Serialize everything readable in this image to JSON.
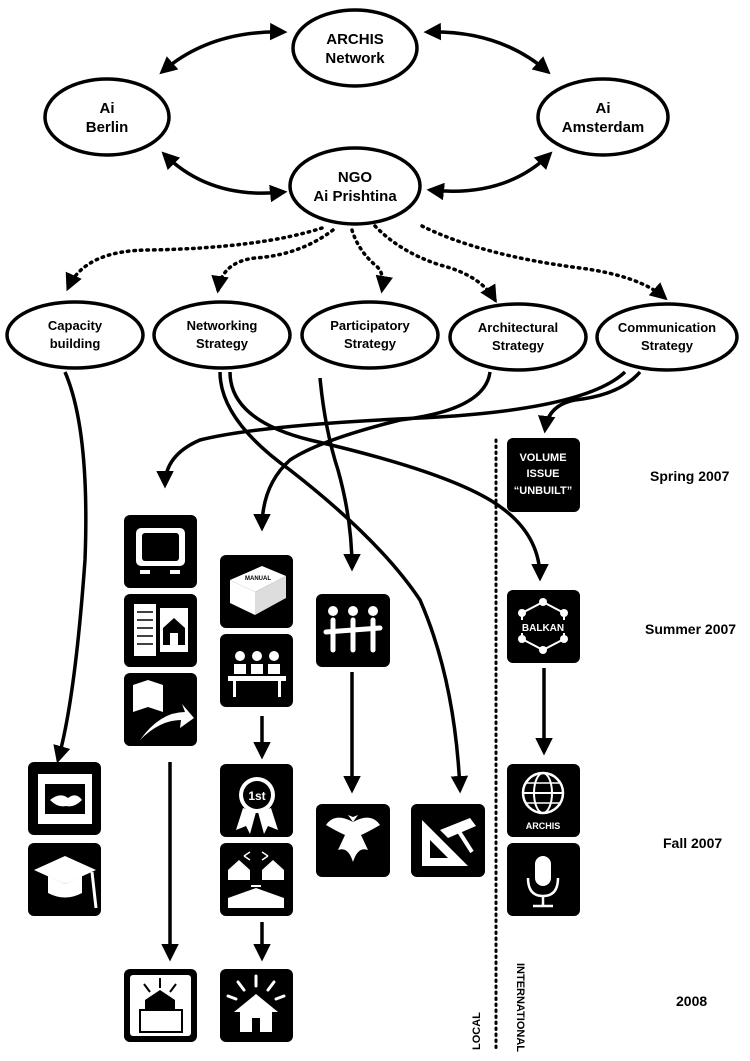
{
  "nodes": {
    "archis": {
      "line1": "ARCHIS",
      "line2": "Network"
    },
    "berlin": {
      "line1": "Ai",
      "line2": "Berlin"
    },
    "amsterdam": {
      "line1": "Ai",
      "line2": "Amsterdam"
    },
    "prishtina": {
      "line1": "NGO",
      "line2": "Ai Prishtina"
    }
  },
  "strategies": [
    {
      "line1": "Capacity",
      "line2": "building"
    },
    {
      "line1": "Networking",
      "line2": "Strategy"
    },
    {
      "line1": "Participatory",
      "line2": "Strategy"
    },
    {
      "line1": "Architectural",
      "line2": "Strategy"
    },
    {
      "line1": "Communication",
      "line2": "Strategy"
    }
  ],
  "periods": [
    "Spring 2007",
    "Summer 2007",
    "Fall 2007",
    "2008"
  ],
  "volume_tile": {
    "line1": "VOLUME",
    "line2": "ISSUE",
    "line3": "“UNBUILT”"
  },
  "balkan_tile": {
    "label": "BALKAN"
  },
  "archis_tile": {
    "label": "ARCHIS"
  },
  "manual_tile": {
    "label": "MANUAL"
  },
  "first_tile": {
    "label": "1st"
  },
  "axis_labels": {
    "local": "LOCAL",
    "international": "INTERNATIONAL"
  }
}
